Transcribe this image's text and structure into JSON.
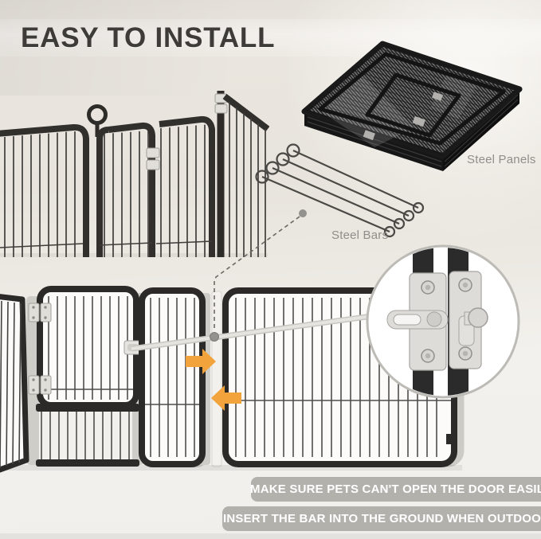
{
  "title": "EASY TO INSTALL",
  "labels": {
    "steel_panels": "Steel Panels",
    "steel_bars": "Steel Bars"
  },
  "banners": {
    "tip_door": "MAKE SURE PETS CAN'T OPEN THE DOOR EASILY",
    "tip_outdoor": "INSERT THE BAR INTO THE GROUND WHEN OUTDOOR"
  },
  "colors": {
    "title_text": "#3e3c39",
    "wall_beige": "#e9e5de",
    "floor_light": "#f2f0ec",
    "banner_gray": "#b3b1ac",
    "banner_text": "#ffffff",
    "label_gray": "#908e8a",
    "arrow_orange": "#f2a33c",
    "fence_frame_dark": "#2c2a28",
    "hardware_silver": "#dedcd8"
  },
  "icons": {
    "insert_arrow_right": "orange right-pointing insertion arrow",
    "insert_arrow_left": "orange left-pointing insertion arrow",
    "loop_handle": "wire loop handle on folded playpen corner",
    "zoom_callout": "magnifier circle showing flip door latch"
  }
}
